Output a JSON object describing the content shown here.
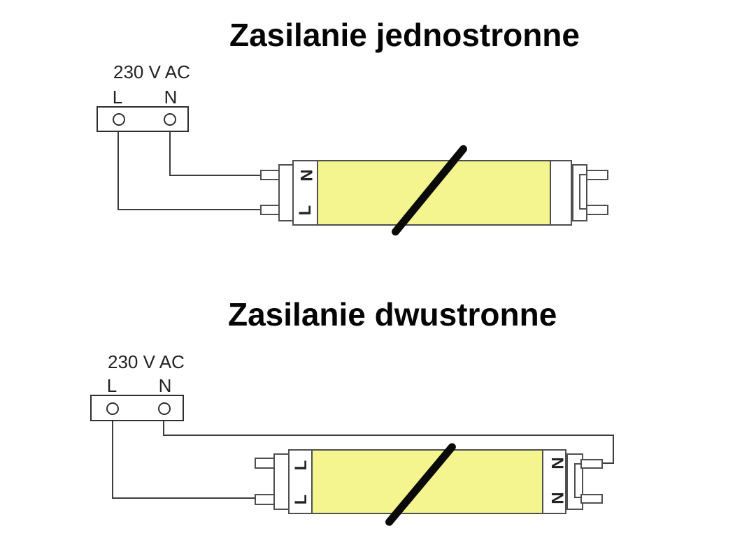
{
  "colors": {
    "tube_fill": "#f5f58f",
    "outline": "#4f4f4f",
    "wire": "#3c3c3c",
    "slash": "#0a0a0a",
    "text": "#1a1a1a"
  },
  "diagram1": {
    "title": "Zasilanie jednostronne",
    "supply": {
      "voltage_label": "230 V AC",
      "live_label": "L",
      "neutral_label": "N"
    },
    "tube": {
      "left_cap_top_label": "N",
      "left_cap_bottom_label": "L"
    }
  },
  "diagram2": {
    "title": "Zasilanie dwustronne",
    "supply": {
      "voltage_label": "230 V AC",
      "live_label": "L",
      "neutral_label": "N"
    },
    "tube": {
      "left_cap_top_label": "L",
      "left_cap_bottom_label": "L",
      "right_cap_top_label": "N",
      "right_cap_bottom_label": "N"
    }
  }
}
